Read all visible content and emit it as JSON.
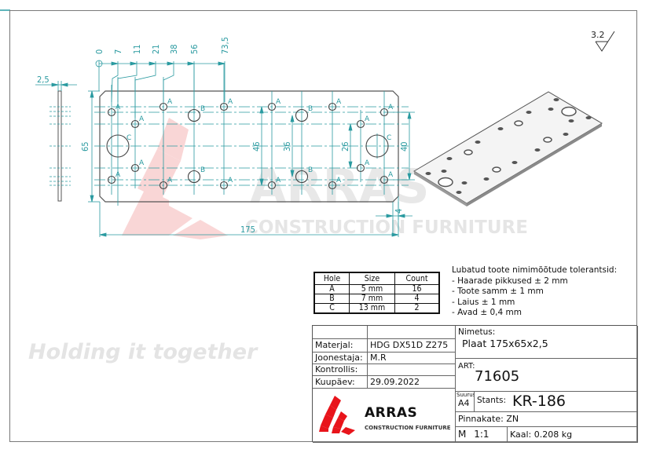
{
  "drawing": {
    "roughness_symbol": "3.2",
    "slogan": "Holding it together",
    "watermark": {
      "brand": "ARRAS",
      "tagline": "CONSTRUCTION FURNITURE",
      "color": "#f5c6c6"
    },
    "side_view": {
      "thickness_dim": "2,5"
    },
    "front_view": {
      "ordinate_dims": [
        "0",
        "7",
        "11",
        "21",
        "38",
        "56",
        "73,5"
      ],
      "height_dim": "65",
      "width_dim": "175",
      "inner_dims": [
        "46",
        "36",
        "26",
        "40"
      ],
      "chamfer_dim": "4",
      "hole_labels": [
        "A",
        "B",
        "C"
      ]
    },
    "colors": {
      "dimension": "#2a9aa0",
      "outline": "#555555",
      "brand_red": "#e8141b"
    }
  },
  "hole_table": {
    "headers": [
      "Hole",
      "Size",
      "Count"
    ],
    "rows": [
      {
        "hole": "A",
        "size": "5 mm",
        "count": "16"
      },
      {
        "hole": "B",
        "size": "7 mm",
        "count": "4"
      },
      {
        "hole": "C",
        "size": "13 mm",
        "count": "2"
      }
    ]
  },
  "tolerances": {
    "title": "Lubatud toote nimimõõtude tolerantsid:",
    "items": [
      "- Haarade pikkused ± 2 mm",
      "- Toote samm ± 1 mm",
      "- Laius ± 1 mm",
      "- Avad ± 0,4 mm"
    ]
  },
  "title_block": {
    "material_label": "Materjal:",
    "material_value": "HDG DX51D Z275",
    "drafter_label": "Joonestaja:",
    "drafter_value": "M.R",
    "checked_label": "Kontrollis:",
    "checked_value": "",
    "date_label": "Kuupäev:",
    "date_value": "29.09.2022",
    "name_label": "Nimetus:",
    "name_value": "Plaat 175x65x2,5",
    "art_label": "ART:",
    "art_value": "71605",
    "size_label": "Suurus",
    "size_value": "A4",
    "die_label": "Stants:",
    "die_value": "KR-186",
    "coating": "Pinnakate: ZN",
    "scale_label": "M",
    "scale_value": "1:1",
    "weight": "Kaal: 0.208 kg",
    "logo_brand": "ARRAS",
    "logo_tagline": "CONSTRUCTION FURNITURE"
  }
}
